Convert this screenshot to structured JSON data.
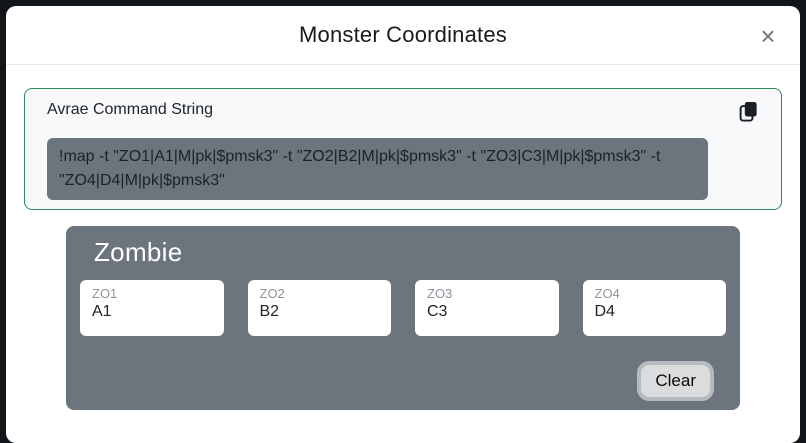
{
  "modal": {
    "title": "Monster Coordinates",
    "close_label": "×"
  },
  "command_section": {
    "label": "Avrae Command String",
    "copy_icon": "copy-icon",
    "command": "!map -t \"ZO1|A1|M|pk|$pmsk3\" -t \"ZO2|B2|M|pk|$pmsk3\" -t \"ZO3|C3|M|pk|$pmsk3\" -t \"ZO4|D4|M|pk|$pmsk3\"",
    "border_color": "#2e8b57",
    "box_bg": "#6c757d"
  },
  "monster_group": {
    "name": "Zombie",
    "panel_bg": "#6c757d",
    "fields": [
      {
        "label": "ZO1",
        "value": "A1"
      },
      {
        "label": "ZO2",
        "value": "B2"
      },
      {
        "label": "ZO3",
        "value": "C3"
      },
      {
        "label": "ZO4",
        "value": "D4"
      }
    ],
    "clear_label": "Clear"
  }
}
